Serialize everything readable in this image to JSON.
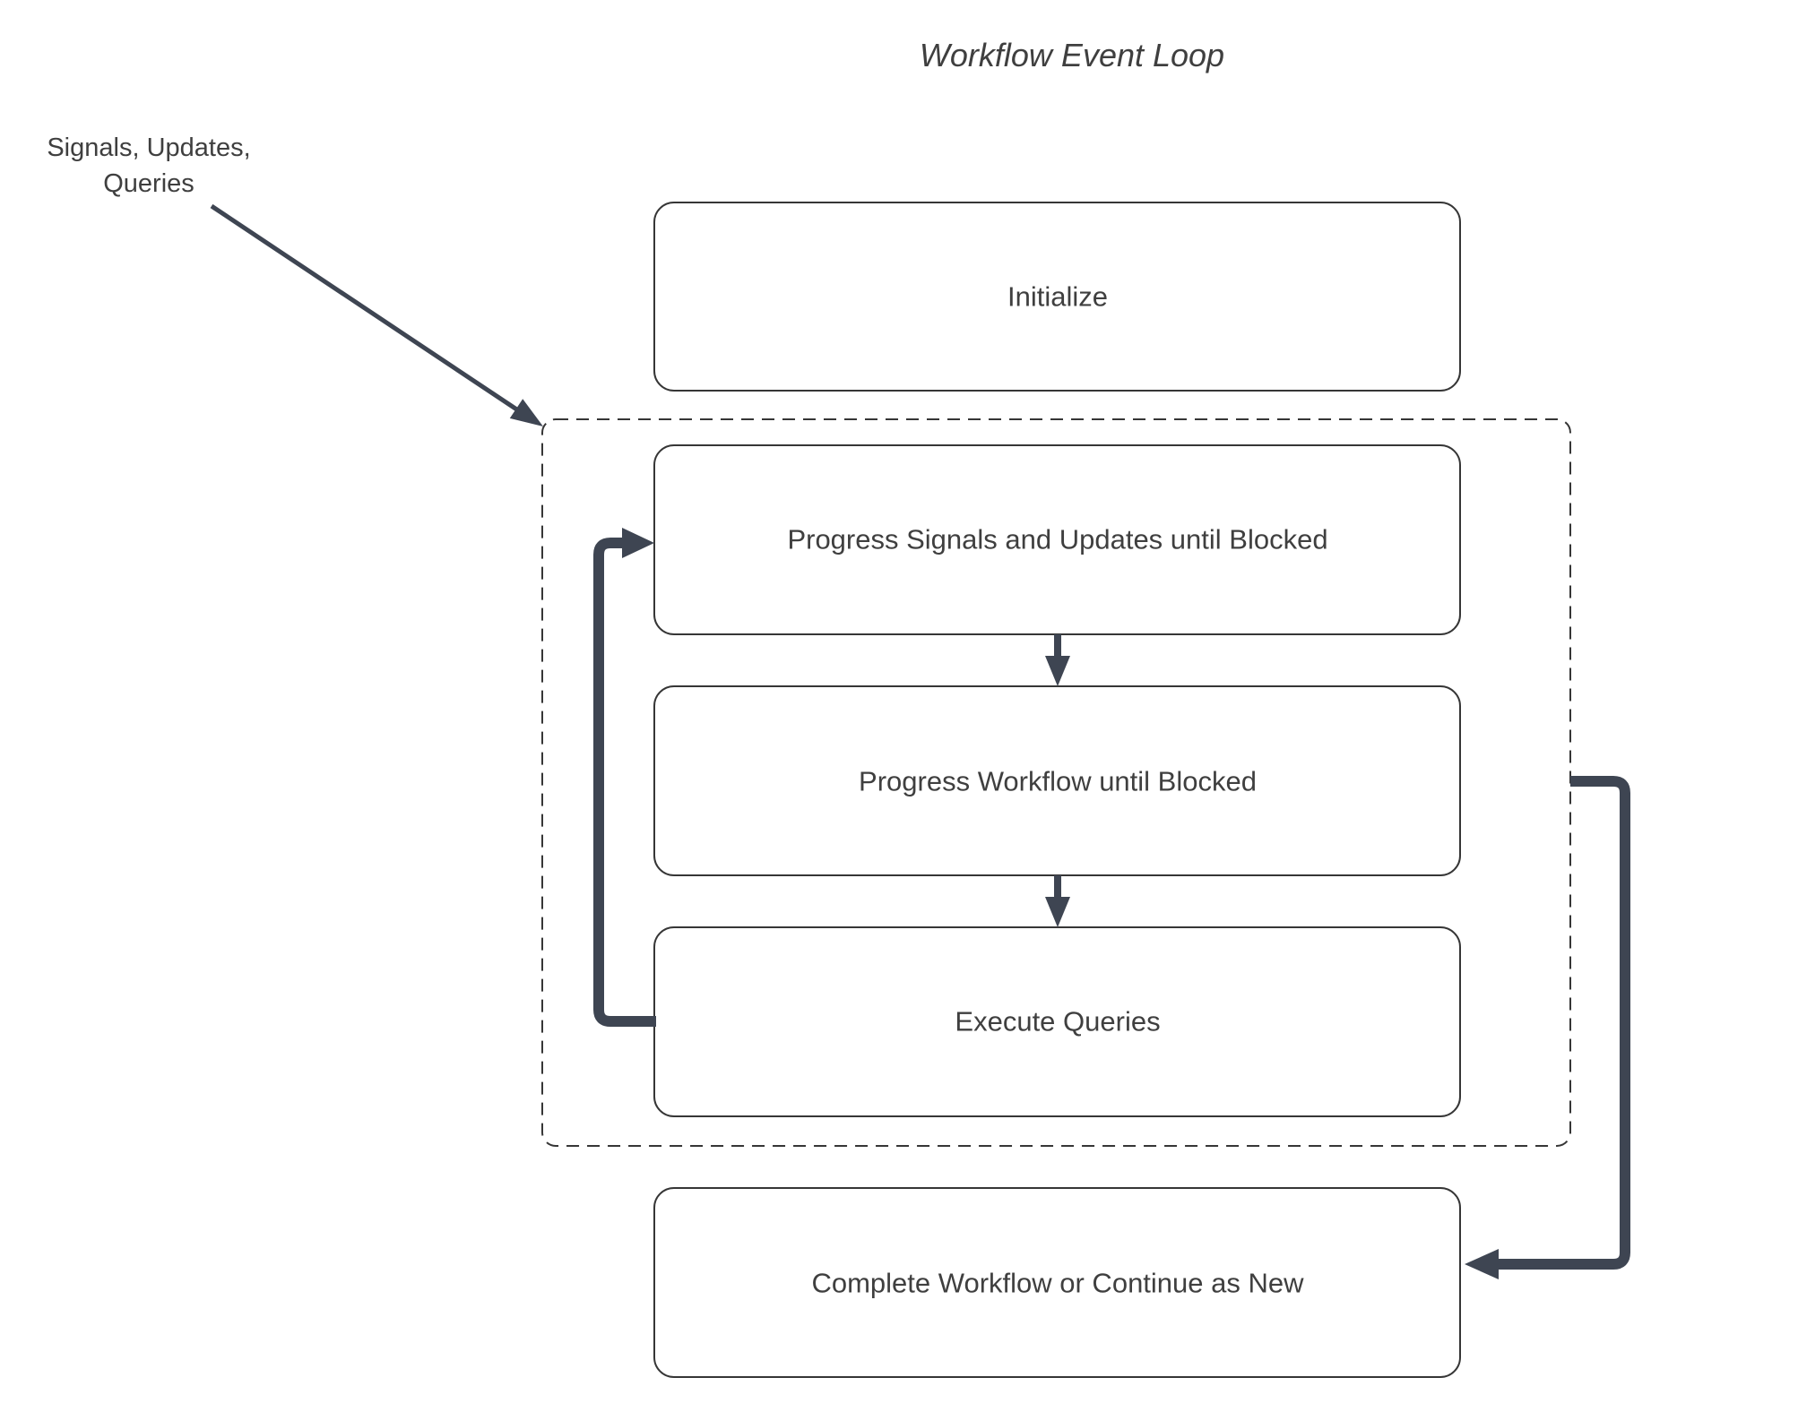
{
  "title": "Workflow Event Loop",
  "external_input_label": {
    "line1": "Signals, Updates,",
    "line2": "Queries"
  },
  "nodes": {
    "initialize": {
      "label": "Initialize"
    },
    "progress_signals": {
      "label": "Progress Signals and Updates until Blocked"
    },
    "progress_workflow": {
      "label": "Progress Workflow until Blocked"
    },
    "execute_queries": {
      "label": "Execute Queries"
    },
    "complete": {
      "label": "Complete Workflow or Continue as New"
    }
  },
  "edges": [
    {
      "from": "external_input_label",
      "to": "event_loop_container",
      "style": "thin-diagonal-arrow"
    },
    {
      "from": "progress_signals",
      "to": "progress_workflow",
      "style": "down-arrow"
    },
    {
      "from": "progress_workflow",
      "to": "execute_queries",
      "style": "down-arrow"
    },
    {
      "from": "execute_queries",
      "to": "progress_signals",
      "style": "thick-elbow-loop-arrow"
    },
    {
      "from": "event_loop_container",
      "to": "complete",
      "style": "thick-elbow-arrow"
    }
  ],
  "colors": {
    "arrow": "#3E4552",
    "box_border": "#363636",
    "box_fill": "#FFFFFF",
    "text": "#3F3F3F",
    "background": "#FFFFFF"
  }
}
